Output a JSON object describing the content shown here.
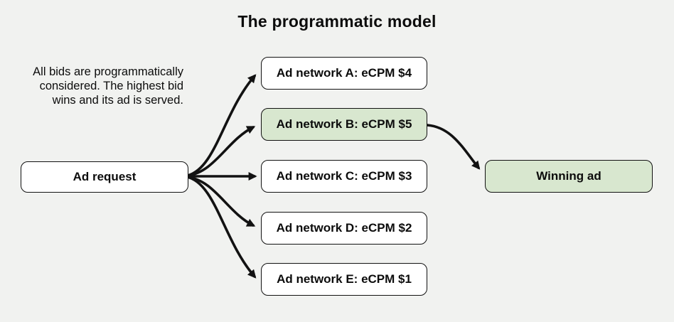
{
  "title": "The programmatic model",
  "description": {
    "lines": [
      "All bids are programmatically",
      "considered. The highest bid",
      "wins and its ad is served."
    ]
  },
  "nodes": {
    "ad_request": {
      "label": "Ad request"
    },
    "networks": [
      {
        "id": "A",
        "label": "Ad network A: eCPM $4",
        "ecpm": 4,
        "highlighted": false
      },
      {
        "id": "B",
        "label": "Ad network B: eCPM $5",
        "ecpm": 5,
        "highlighted": true
      },
      {
        "id": "C",
        "label": "Ad network C: eCPM $3",
        "ecpm": 3,
        "highlighted": false
      },
      {
        "id": "D",
        "label": "Ad network D: eCPM $2",
        "ecpm": 2,
        "highlighted": false
      },
      {
        "id": "E",
        "label": "Ad network E: eCPM $1",
        "ecpm": 1,
        "highlighted": false
      }
    ],
    "winning_ad": {
      "label": "Winning ad"
    }
  },
  "edges": [
    {
      "from": "ad_request",
      "to": "network_A"
    },
    {
      "from": "ad_request",
      "to": "network_B"
    },
    {
      "from": "ad_request",
      "to": "network_C"
    },
    {
      "from": "ad_request",
      "to": "network_D"
    },
    {
      "from": "ad_request",
      "to": "network_E"
    },
    {
      "from": "network_B",
      "to": "winning_ad"
    }
  ],
  "colors": {
    "background": "#f1f2f0",
    "highlight_green": "#d8e7cf",
    "box_fill": "#ffffff",
    "box_border": "#121212",
    "text": "#0c0c0c",
    "arrow": "#121212"
  }
}
